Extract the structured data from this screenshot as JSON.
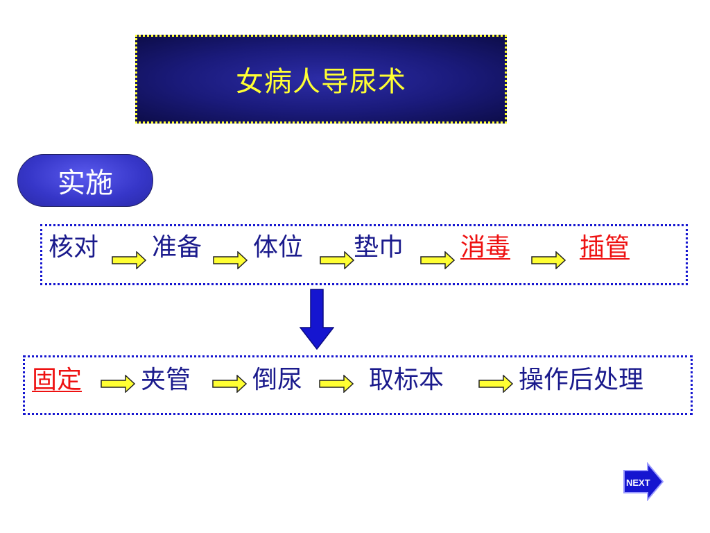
{
  "title": "女病人导尿术",
  "section_label": "实施",
  "row1": [
    "核对",
    "准备",
    "体位",
    "垫巾",
    "消毒",
    "插管"
  ],
  "row2": [
    "固定",
    "夹管",
    "倒尿",
    "取标本",
    "操作后处理"
  ],
  "highlighted_steps": [
    "消毒",
    "插管",
    "固定"
  ],
  "nav": {
    "next_label": "NEXT"
  },
  "colors": {
    "title_bg": "#1a1a7a",
    "title_text": "#ffff33",
    "pill_bg": "#3636c8",
    "step_text": "#1a1a8c",
    "highlight_text": "#ee1111",
    "arrow_fill": "#ffff33",
    "down_arrow": "#1515d0"
  }
}
